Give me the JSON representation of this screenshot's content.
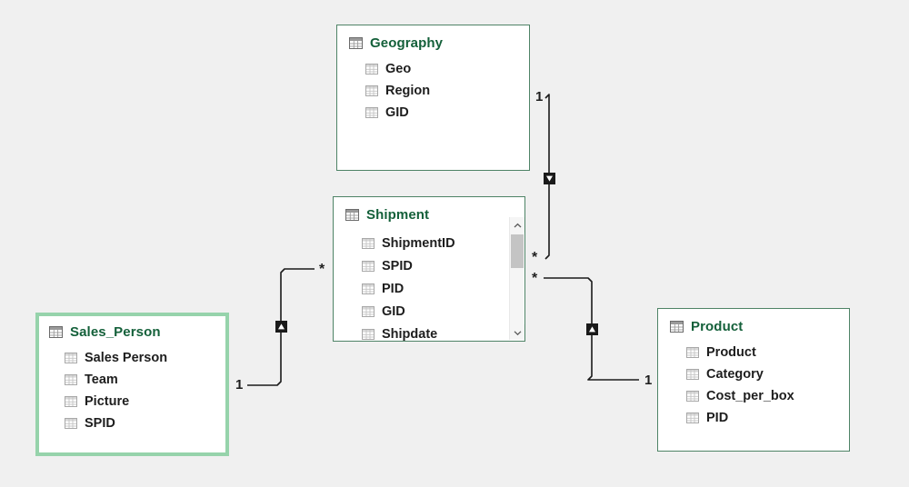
{
  "canvas": {
    "background_color": "#f0f0f0",
    "view_name": "model-diagram-canvas"
  },
  "theme": {
    "table_border": "#4e8366",
    "table_title_color": "#14603a",
    "selected_border": "#96d3ab",
    "table_background": "#ffffff",
    "field_text_color": "#1e1e1e",
    "connector_color": "#1a1a1a",
    "scrollbar_thumb": "#c4c4c4"
  },
  "tables": [
    {
      "id": "geography",
      "name": "Geography",
      "selected": false,
      "has_scrollbar": false,
      "icon": "table-icon",
      "fields": [
        {
          "label": "Geo",
          "icon": "field-table-icon"
        },
        {
          "label": "Region",
          "icon": "field-table-icon"
        },
        {
          "label": "GID",
          "icon": "field-table-icon"
        }
      ]
    },
    {
      "id": "shipment",
      "name": "Shipment",
      "selected": false,
      "has_scrollbar": true,
      "icon": "table-icon",
      "fields": [
        {
          "label": "ShipmentID",
          "icon": "field-table-icon"
        },
        {
          "label": "SPID",
          "icon": "field-table-icon"
        },
        {
          "label": "PID",
          "icon": "field-table-icon"
        },
        {
          "label": "GID",
          "icon": "field-table-icon"
        },
        {
          "label": "Shipdate",
          "icon": "field-table-icon"
        }
      ],
      "scrollbar": {
        "up_arrow_icon": "chevron-up-icon",
        "down_arrow_icon": "chevron-down-icon"
      }
    },
    {
      "id": "sales-person",
      "name": "Sales_Person",
      "selected": true,
      "has_scrollbar": false,
      "icon": "table-icon",
      "fields": [
        {
          "label": "Sales Person",
          "icon": "field-table-icon"
        },
        {
          "label": "Team",
          "icon": "field-table-icon"
        },
        {
          "label": "Picture",
          "icon": "field-table-icon"
        },
        {
          "label": "SPID",
          "icon": "field-table-icon"
        }
      ]
    },
    {
      "id": "product",
      "name": "Product",
      "selected": false,
      "has_scrollbar": false,
      "icon": "table-icon",
      "fields": [
        {
          "label": "Product",
          "icon": "field-table-icon"
        },
        {
          "label": "Category",
          "icon": "field-table-icon"
        },
        {
          "label": "Cost_per_box",
          "icon": "field-table-icon"
        },
        {
          "label": "PID",
          "icon": "field-table-icon"
        }
      ]
    }
  ],
  "relationships": [
    {
      "id": "geography-shipment",
      "from_table": "Geography",
      "to_table": "Shipment",
      "from_cardinality": "1",
      "to_cardinality": "*",
      "filter_direction": "down",
      "marker_icon": "filter-arrow-down-icon"
    },
    {
      "id": "shipment-product",
      "from_table": "Shipment",
      "to_table": "Product",
      "from_cardinality": "*",
      "to_cardinality": "1",
      "filter_direction": "up",
      "marker_icon": "filter-arrow-up-icon"
    },
    {
      "id": "salesperson-shipment",
      "from_table": "Sales_Person",
      "to_table": "Shipment",
      "from_cardinality": "1",
      "to_cardinality": "*",
      "filter_direction": "up",
      "marker_icon": "filter-arrow-up-icon"
    }
  ],
  "cardinality_labels": {
    "geo_one": "1",
    "shipment_many_top": "*",
    "shipment_many_bottom": "*",
    "shipment_many_left": "*",
    "product_one": "1",
    "salesperson_one": "1"
  }
}
